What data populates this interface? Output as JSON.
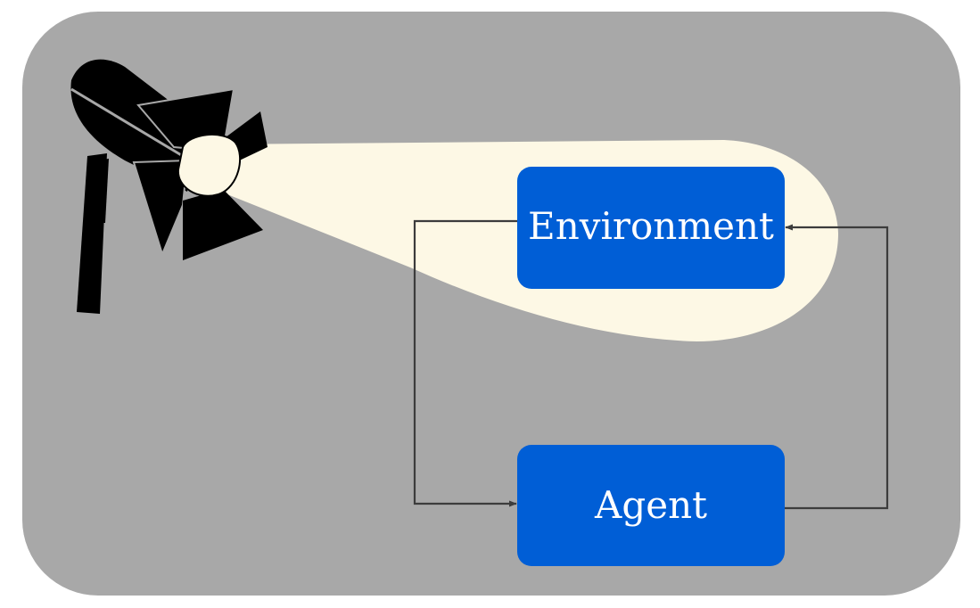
{
  "diagram": {
    "nodes": {
      "environment": {
        "label": "Environment"
      },
      "agent": {
        "label": "Agent"
      }
    },
    "edges": [
      {
        "from": "environment",
        "to": "agent"
      },
      {
        "from": "agent",
        "to": "environment"
      }
    ],
    "spotlight_target": "environment"
  },
  "colors": {
    "panel_background": "#a8a8a8",
    "node_fill": "#005ed6",
    "node_text": "#ffffff",
    "edge_stroke": "#3c3c3c",
    "spotlight_beam": "#fdf8e5",
    "lamp_body": "#000000"
  },
  "icons": {
    "spotlight": "spotlight-lamp-icon"
  }
}
